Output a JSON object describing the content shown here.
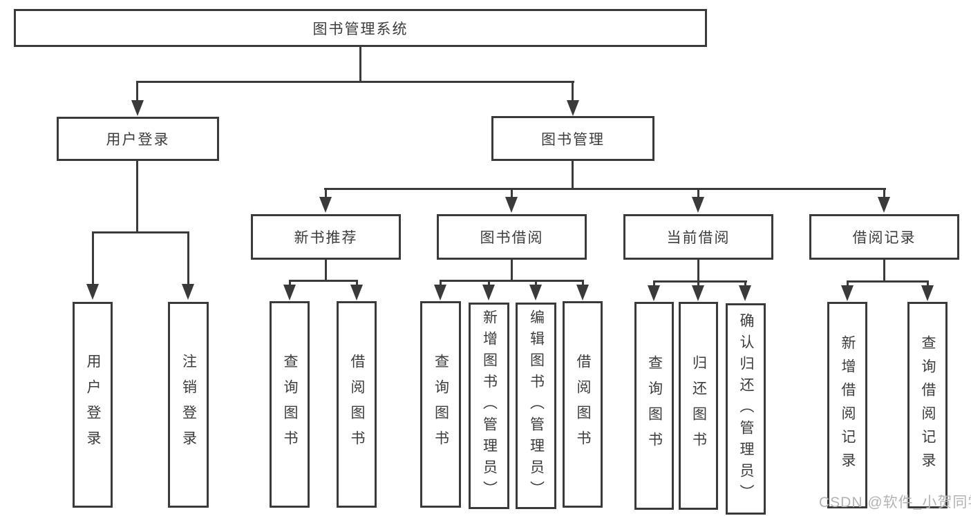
{
  "diagram": {
    "title": "图书管理系统",
    "line_color": "#3a3a3a",
    "box_border_color": "#3a3a3a",
    "text_color": "#3c3c3c",
    "nodes": {
      "root": "图书管理系统",
      "user_login": "用户登录",
      "book_mgmt": "图书管理",
      "new_book_rec": "新书推荐",
      "book_borrow": "图书借阅",
      "current_borrow": "当前借阅",
      "borrow_records": "借阅记录",
      "ul_user_login": "用户登录",
      "ul_logout": "注销登录",
      "nb_query_book": "查询图书",
      "nb_borrow_book": "借阅图书",
      "bb_query_book": "查询图书",
      "bb_add_book": "新增图书（管理员）",
      "bb_edit_book": "编辑图书（管理员）",
      "bb_borrow_book": "借阅图书",
      "cb_query_book": "查询图书",
      "cb_return_book": "归还图书",
      "cb_confirm_return": "确认归还（管理员）",
      "br_add_record": "新增借阅记录",
      "br_query_record": "查询借阅记录"
    }
  },
  "watermark": {
    "text": "CSDN @软件_小贺同学",
    "color": "#b3b3b3"
  }
}
